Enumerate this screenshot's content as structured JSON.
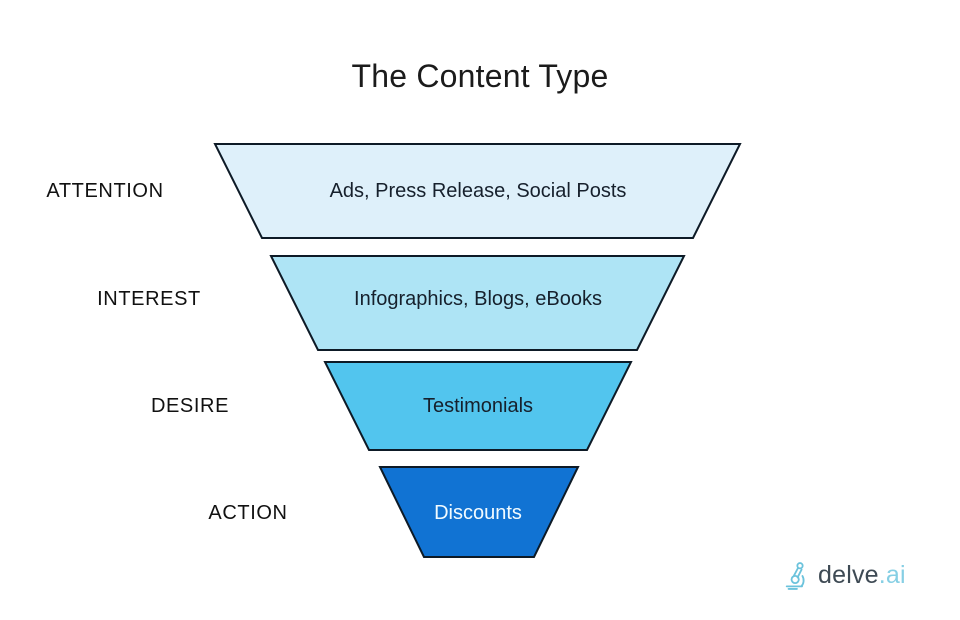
{
  "title": "The Content Type",
  "funnel": {
    "stages": [
      {
        "label": "ATTENTION",
        "content": "Ads, Press Release, Social Posts",
        "color": "#def0fa",
        "text_style": "dark"
      },
      {
        "label": "INTEREST",
        "content": "Infographics, Blogs, eBooks",
        "color": "#aee4f5",
        "text_style": "dark"
      },
      {
        "label": "DESIRE",
        "content": "Testimonials",
        "color": "#52c5ee",
        "text_style": "dark"
      },
      {
        "label": "ACTION",
        "content": "Discounts",
        "color": "#1173d3",
        "text_style": "light"
      }
    ]
  },
  "logo": {
    "icon": "microscope-icon",
    "name": "delve",
    "suffix": ".ai"
  },
  "colors": {
    "background": "#ffffff",
    "border": "#0d1a26",
    "title_text": "#1b1b1b",
    "label_text": "#111111",
    "stage_text_dark": "#16202c",
    "stage_text_light": "#f2fbff",
    "logo_name": "#3e4a54",
    "logo_suffix": "#86cfe4",
    "logo_icon": "#6cc3dc"
  }
}
